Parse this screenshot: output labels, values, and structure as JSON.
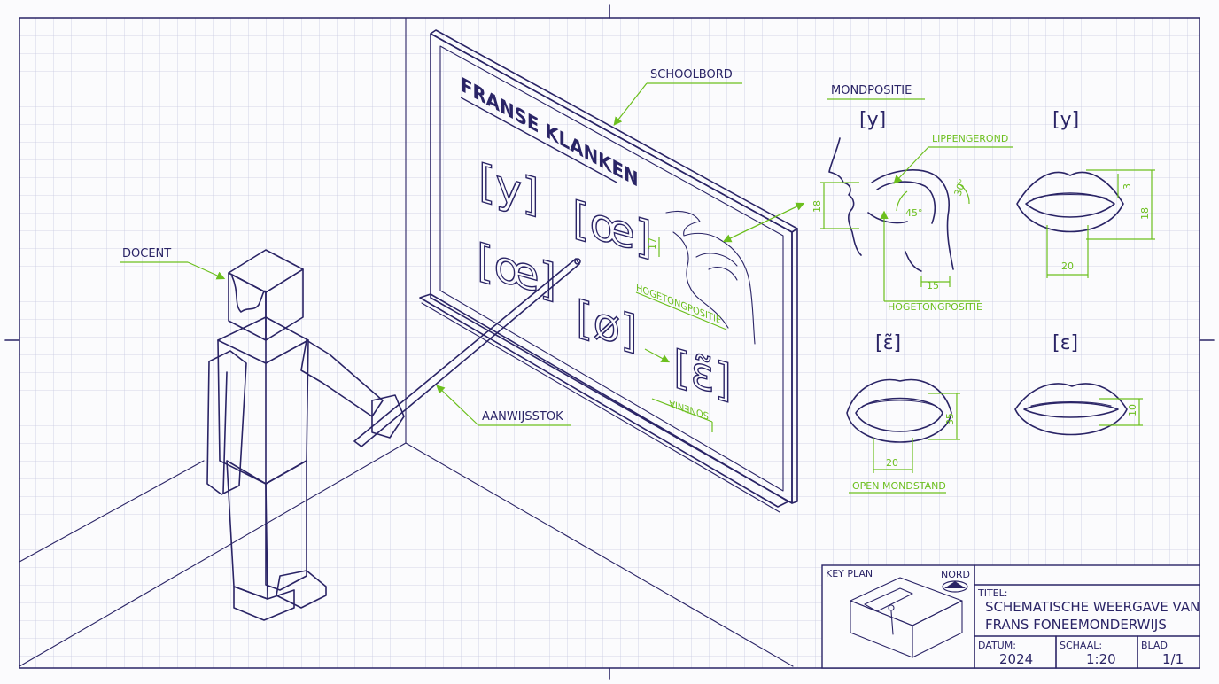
{
  "labels": {
    "schoolbord": "SCHOOLBORD",
    "docent": "DOCENT",
    "aanwijsstok": "AANWIJSSTOK",
    "mondpositie": "MONDPOSITIE"
  },
  "board": {
    "heading": "FRANSE KLANKEN",
    "symbols": [
      "[y]",
      "[œ]",
      "[œ]",
      "[ø]",
      "[ɛ̃]"
    ],
    "annotations": {
      "tongue": "HOGETONGPOSITIE",
      "mirrored": "SONENIA"
    }
  },
  "profile": {
    "symbol": "[y]",
    "labels": {
      "lips": "LIPPENGEROND",
      "tongue": "HOGETONGPOSITIE"
    },
    "dims": {
      "height": "18",
      "angle": "45°",
      "angle2": "30°",
      "depth": "15"
    }
  },
  "mouths": [
    {
      "symbol": "[y]",
      "dims": [
        "3",
        "18",
        "20"
      ]
    },
    {
      "symbol": "[ɛ̃]",
      "dims": [
        "35",
        "20"
      ],
      "caption": "OPEN MONDSTAND"
    },
    {
      "symbol": "[ɛ]",
      "dims": [
        "10"
      ]
    }
  ],
  "title_block": {
    "key_plan": "KEY PLAN",
    "north": "NORD",
    "title_label": "TITEL:",
    "title_line1": "SCHEMATISCHE WEERGAVE VAN",
    "title_line2": "FRANS FONEEMONDERWIJS",
    "date_label": "DATUM:",
    "date": "2024",
    "scale_label": "SCHAAL:",
    "scale": "1:20",
    "sheet_label": "BLAD",
    "sheet": "1/1"
  },
  "colors": {
    "ink": "#2a2466",
    "accent": "#6cbf1e",
    "grid": "#c8c9e0",
    "paper": "#fbfbfd"
  }
}
